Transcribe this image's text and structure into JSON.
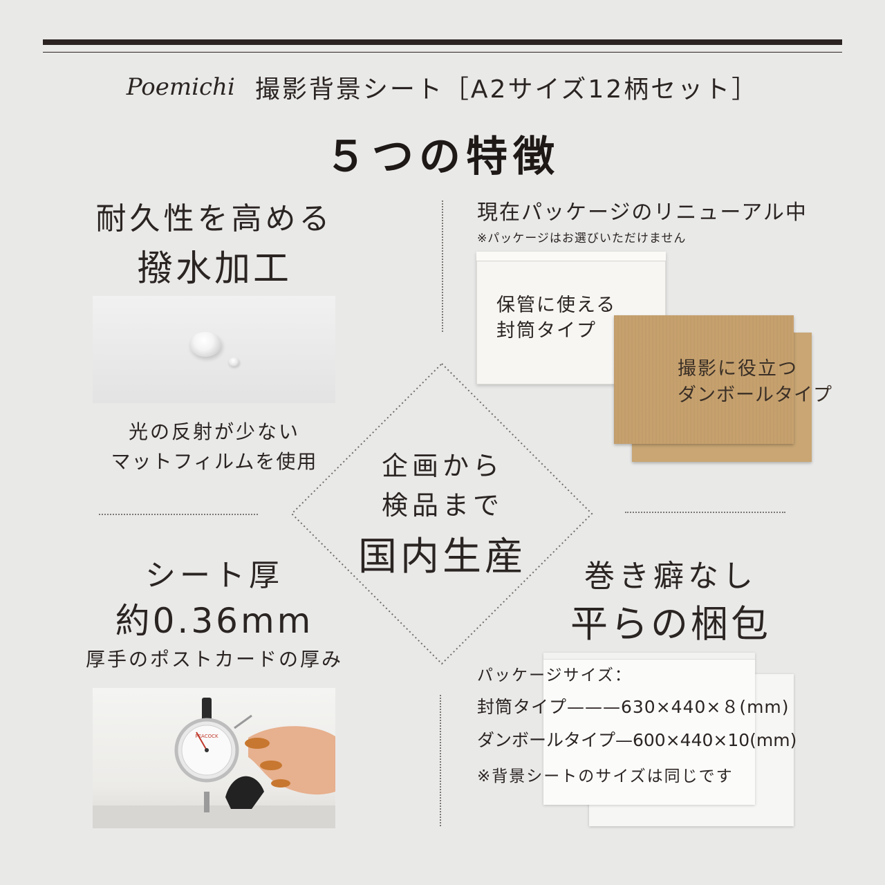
{
  "header": {
    "brand": "Poemichi",
    "product": "撮影背景シート［A2サイズ12柄セット］",
    "headline": "５つの特徴"
  },
  "feature_water": {
    "line1": "耐久性を高める",
    "line2": "撥水加工",
    "caption_line1": "光の反射が少ない",
    "caption_line2": "マットフィルムを使用"
  },
  "feature_package": {
    "title": "現在パッケージのリニューアル中",
    "note": "※パッケージはお選びいただけません",
    "envelope_line1": "保管に使える",
    "envelope_line2": "封筒タイプ",
    "cardboard_line1": "撮影に役立つ",
    "cardboard_line2": "ダンボールタイプ"
  },
  "feature_domestic": {
    "line1": "企画から",
    "line2": "検品まで",
    "line3": "国内生産"
  },
  "feature_thickness": {
    "line1": "シート厚",
    "line2": "約0.36mm",
    "line3": "厚手のポストカードの厚み"
  },
  "feature_flat": {
    "line1": "巻き癖なし",
    "line2": "平らの梱包",
    "size_label": "パッケージサイズ：",
    "envelope_row": "封筒タイプ———630×440×８(mm)",
    "cardboard_row": "ダンボールタイプ—600×440×10(mm)",
    "note": "※背景シートのサイズは同じです"
  },
  "gauge": {
    "brand": "PEACOCK"
  },
  "colors": {
    "background": "#e9e9e8",
    "text": "#2a2422",
    "cardboard": "#c6a16e",
    "nail": "#c7772f"
  }
}
